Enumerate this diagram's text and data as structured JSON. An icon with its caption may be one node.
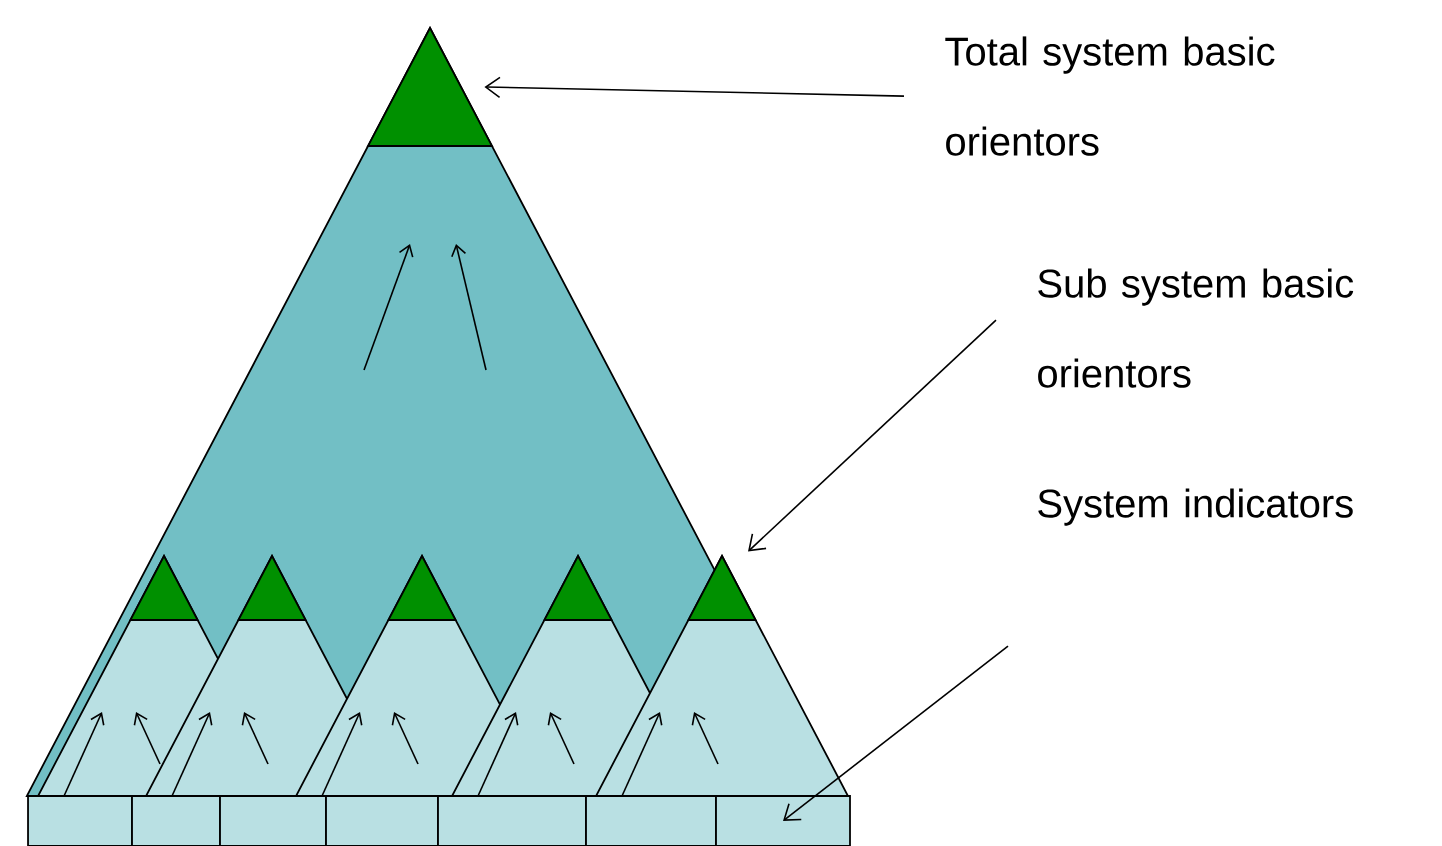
{
  "diagram": {
    "nodes": [
      {
        "text": [
          "Total system basic orientors"
        ]
      },
      {
        "text": [
          "Sub system basic orientors"
        ]
      },
      {
        "text": [
          "System indicators"
        ]
      },
      {
        "text": [],
        "shape": "triangle"
      },
      {
        "text": [],
        "shape": "triangle"
      },
      {
        "text": [],
        "shape": "triangle"
      },
      {
        "text": [],
        "shape": "triangle"
      },
      {
        "text": [],
        "shape": "triangle"
      },
      {
        "text": [],
        "shape": "triangle"
      },
      {
        "text": [],
        "shape": "box"
      },
      {
        "text": [],
        "shape": "box"
      },
      {
        "text": [],
        "shape": "box"
      },
      {
        "text": [],
        "shape": "box"
      },
      {
        "text": [],
        "shape": "box"
      },
      {
        "text": [],
        "shape": "box"
      },
      {
        "text": [],
        "shape": "box"
      }
    ],
    "edges": [
      {
        "from": 0,
        "to": 3,
        "arrow": "to"
      },
      {
        "from": 1,
        "to": 8,
        "arrow": "to"
      },
      {
        "from": 2,
        "to": 15,
        "arrow": "to"
      }
    ]
  }
}
